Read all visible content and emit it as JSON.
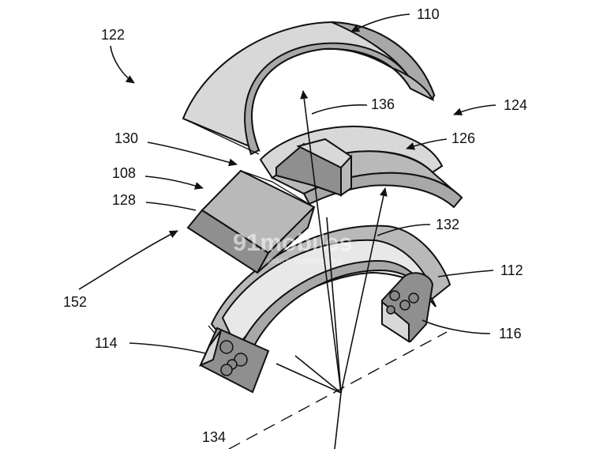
{
  "figure": {
    "watermark": {
      "brand": "91mobiles",
      "tagline": "search. compare. buy"
    },
    "labels": {
      "l110": "110",
      "l122": "122",
      "l136": "136",
      "l124": "124",
      "l126": "126",
      "l130": "130",
      "l108": "108",
      "l128": "128",
      "l132": "132",
      "l152": "152",
      "l112": "112",
      "l114": "114",
      "l116": "116",
      "l134": "134"
    }
  },
  "colors": {
    "ink": "#111111",
    "shade_dark": "#8f8f8f",
    "shade_light": "#d8d8d8"
  }
}
